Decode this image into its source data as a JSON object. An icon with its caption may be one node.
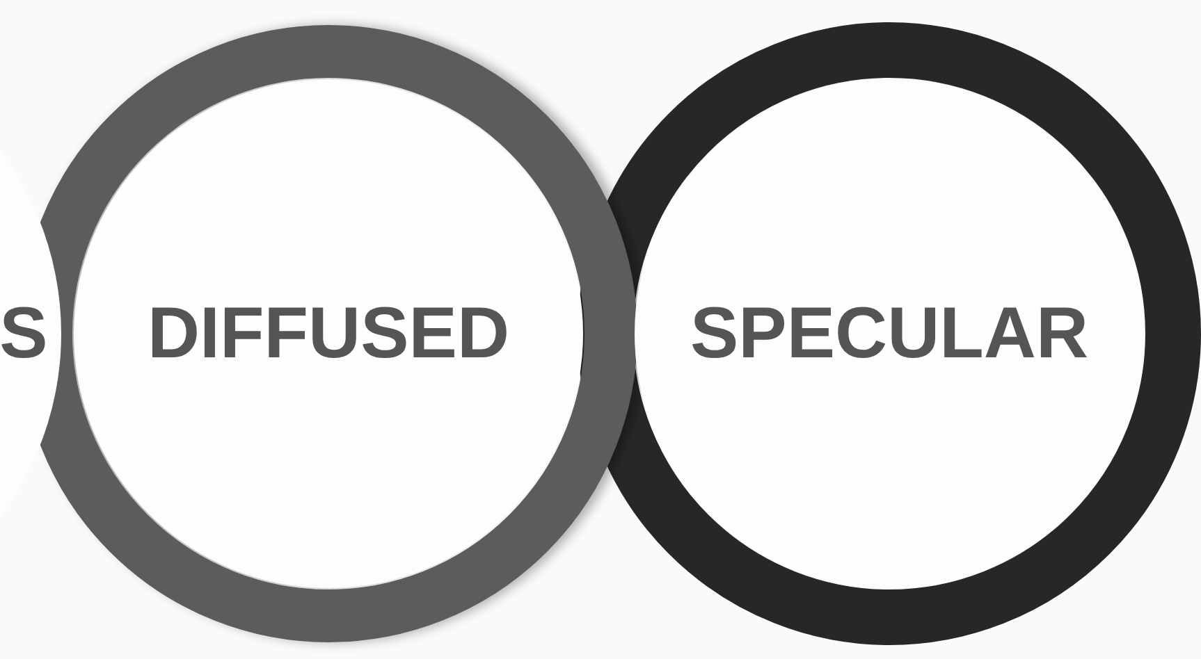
{
  "diagram": {
    "nodes": [
      {
        "text": [
          "S"
        ]
      },
      {
        "text": [
          "DIFFUSED"
        ]
      },
      {
        "text": [
          "SPECULAR"
        ]
      }
    ]
  }
}
